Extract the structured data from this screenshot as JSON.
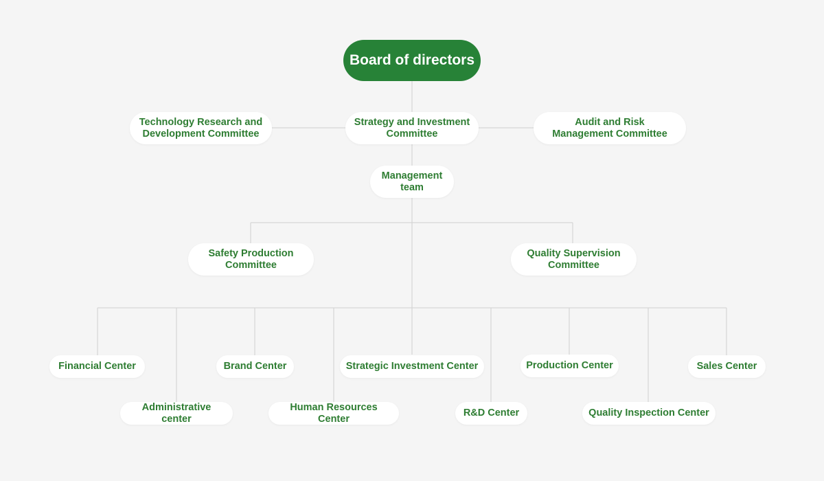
{
  "colors": {
    "background": "#f5f5f5",
    "accent": "#278237",
    "node_text": "#2e7d32",
    "node_fill": "#ffffff",
    "connector": "#d0d0d0"
  },
  "chart": {
    "root": "Board of directors",
    "committees": {
      "left": "Technology Research and\nDevelopment Committee",
      "center": "Strategy and Investment\nCommittee",
      "right": "Audit and Risk\nManagement Committee"
    },
    "management": "Management\nteam",
    "supervision": {
      "left": "Safety Production\nCommittee",
      "right": "Quality Supervision\nCommittee"
    },
    "centers": [
      "Financial Center",
      "Administrative center",
      "Brand Center",
      "Human Resources Center",
      "Strategic Investment Center",
      "R&D Center",
      "Production Center",
      "Quality Inspection Center",
      "Sales Center"
    ]
  }
}
